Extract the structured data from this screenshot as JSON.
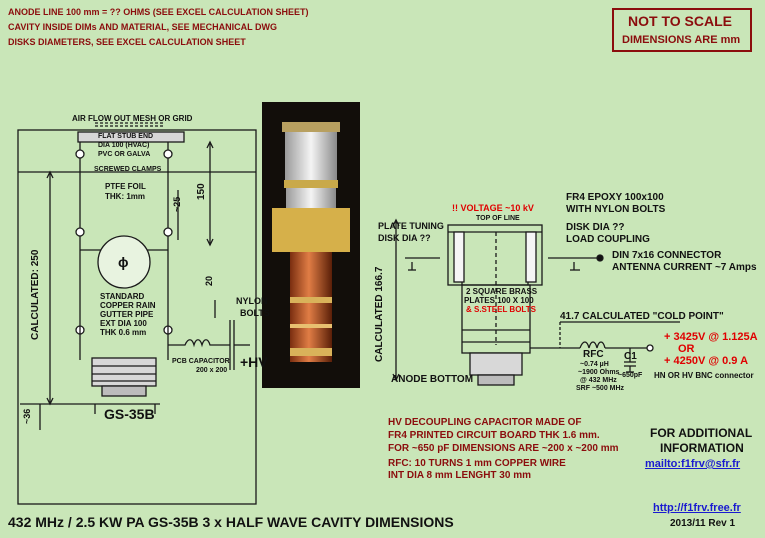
{
  "header": {
    "line1": "ANODE LINE 100 mm = ?? OHMS  (SEE EXCEL CALCULATION SHEET)",
    "line2": "CAVITY INSIDE DIMs AND MATERIAL, SEE MECHANICAL DWG",
    "line3": "DISKS DIAMETERS, SEE EXCEL CALCULATION SHEET"
  },
  "scale_note": {
    "line1": "NOT TO SCALE",
    "line2": "DIMENSIONS ARE mm"
  },
  "left_drawing": {
    "air_flow": "AIR FLOW OUT MESH OR GRID",
    "stub_end": "FLAT STUB END",
    "stub_dia": "DIA 100 (HVAC)",
    "stub_material": "PVC OR GALVA",
    "clamps": "SCREWED CLAMPS",
    "ptfe": "PTFE FOIL",
    "ptfe_thk": "THK: 1mm",
    "dim_25": "~25",
    "dim_150": "150",
    "dim_20": "20",
    "phi": "ɸ",
    "calc_250": "CALCULATED: 250",
    "pipe1": "STANDARD",
    "pipe2": "COPPER RAIN",
    "pipe3": "GUTTER PIPE",
    "pipe4": "EXT DIA 100",
    "pipe5": "THK 0.6 mm",
    "nylon": "NYLON",
    "bolts": "BOLTS",
    "pcb_cap": "PCB CAPACITOR",
    "pcb_size": "200 x 200",
    "hv": "+HV",
    "tube": "GS-35B",
    "dim_36": "~36"
  },
  "right_drawing": {
    "voltage": "!! VOLTAGE ~10 kV",
    "top_of_line": "TOP OF LINE",
    "plate1": "PLATE TUNING",
    "plate2": "DISK DIA ??",
    "fr4_1": "FR4 EPOXY 100x100",
    "fr4_2": "WITH NYLON BOLTS",
    "disk1": "DISK DIA ??",
    "disk2": "LOAD COUPLING",
    "din1": "DIN 7x16 CONNECTOR",
    "din2": "ANTENNA CURRENT ~7 Amps",
    "calc_166": "CALCULATED 166.7",
    "brass1": "2 SQUARE BRASS",
    "brass2": "PLATES 100 X 100",
    "brass3": "& S.STEEL BOLTS",
    "cold_point": "41.7 CALCULATED \"COLD POINT\"",
    "anode_bottom": "ANODE BOTTOM",
    "rfc": "RFC",
    "rfc_l": "~0.74 µH",
    "rfc_ohm": "~1900 Ohms",
    "rfc_freq": "@ 432 MHz",
    "rfc_srf": "SRF ~500 MHz",
    "c1": "C1",
    "c1_val": "~650pF",
    "v1": "+ 3425V @ 1.125A",
    "or": "OR",
    "v2": "+ 4250V @ 0.9 A",
    "hn": "HN OR HV BNC connector"
  },
  "notes": {
    "hv1": "HV DECOUPLING CAPACITOR MADE OF",
    "hv2": "FR4 PRINTED CIRCUIT BOARD THK 1.6 mm.",
    "hv3": "FOR ~650 pF DIMENSIONS ARE ~200 x ~200 mm",
    "rfc1": "RFC: 10 TURNS 1 mm COPPER WIRE",
    "rfc2": "INT DIA 8 mm   LENGHT 30 mm"
  },
  "info": {
    "line1": "FOR ADDITIONAL",
    "line2": "INFORMATION",
    "mail": "mailto:f1frv@sfr.fr"
  },
  "footer": {
    "title": "432 MHz / 2.5 KW PA   GS-35B   3 x HALF WAVE CAVITY DIMENSIONS",
    "url": "http://f1frv.free.fr",
    "date": "2013/11  Rev 1"
  }
}
